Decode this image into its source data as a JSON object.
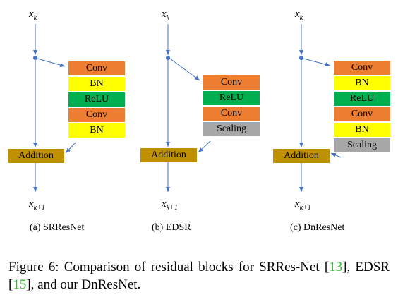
{
  "colors": {
    "conv": "#ed7d31",
    "bn": "#ffff00",
    "relu": "#00b050",
    "scaling": "#a6a6a6",
    "addition": "#bf9000",
    "arrow": "#4472c4",
    "ref": "#2bbf2b"
  },
  "panels": [
    {
      "input": "x",
      "input_sub": "k",
      "output": "x",
      "output_sub": "k+1",
      "blocks": [
        "Conv",
        "BN",
        "ReLU",
        "Conv",
        "BN"
      ],
      "block_types": [
        "conv",
        "bn",
        "relu",
        "conv",
        "bn"
      ],
      "addition": "Addition",
      "caption": "(a) SRResNet"
    },
    {
      "input": "x",
      "input_sub": "k",
      "output": "x",
      "output_sub": "k+1",
      "blocks": [
        "Conv",
        "ReLU",
        "Conv",
        "Scaling"
      ],
      "block_types": [
        "conv",
        "relu",
        "conv",
        "scaling"
      ],
      "addition": "Addition",
      "caption": "(b) EDSR"
    },
    {
      "input": "x",
      "input_sub": "k",
      "output": "x",
      "output_sub": "k+1",
      "blocks": [
        "Conv",
        "BN",
        "ReLU",
        "Conv",
        "BN",
        "Scaling"
      ],
      "block_types": [
        "conv",
        "bn",
        "relu",
        "conv",
        "bn",
        "scaling"
      ],
      "addition": "Addition",
      "caption": "(c) DnResNet"
    }
  ],
  "figure_caption": {
    "prefix": "Figure 6:  Comparison of residual blocks for SRRes-Net [",
    "ref1": "13",
    "mid1": "], EDSR [",
    "ref2": "15",
    "suffix": "], and our DnResNet."
  }
}
